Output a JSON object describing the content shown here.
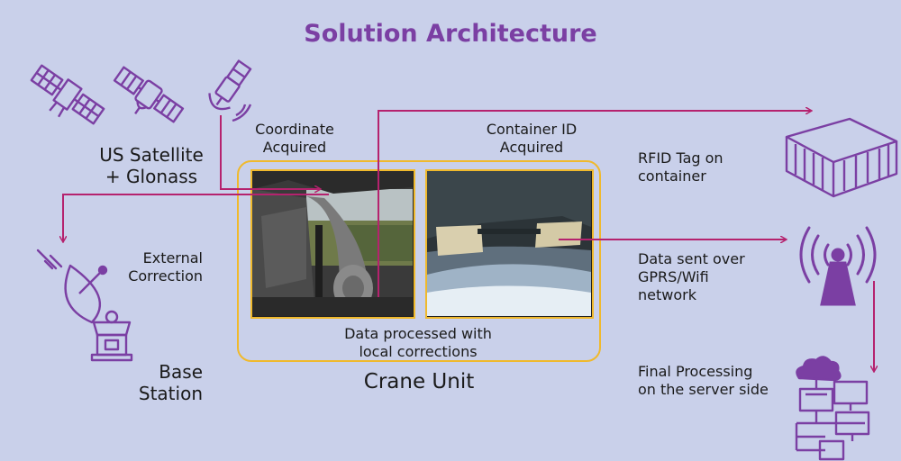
{
  "title": "Solution Architecture",
  "labels": {
    "us_satellite": "US Satellite",
    "glonass": "+ Glonass",
    "coordinate": "Coordinate",
    "acquired1": "Acquired",
    "container_id": "Container ID",
    "acquired2": "Acquired",
    "rfid1": "RFID Tag on",
    "rfid2": "container",
    "external": "External",
    "correction": "Correction",
    "data_sent1": "Data sent over",
    "data_sent2": "GPRS/Wifi",
    "data_sent3": "network",
    "processed1": "Data processed with",
    "processed2": "local corrections",
    "base": "Base",
    "station": "Station",
    "crane_unit": "Crane Unit",
    "final1": "Final Processing",
    "final2": "on the server side"
  },
  "colors": {
    "background": "#c9d0ea",
    "title": "#7b3fa3",
    "icon": "#7b3fa3",
    "arrow": "#b5226e",
    "box": "#f0b92c"
  },
  "icons": [
    "satellite-icon",
    "satellite-icon",
    "satellite-dish-icon",
    "shipping-container-icon",
    "radio-tower-icon",
    "server-network-icon",
    "base-station-dish-icon"
  ]
}
